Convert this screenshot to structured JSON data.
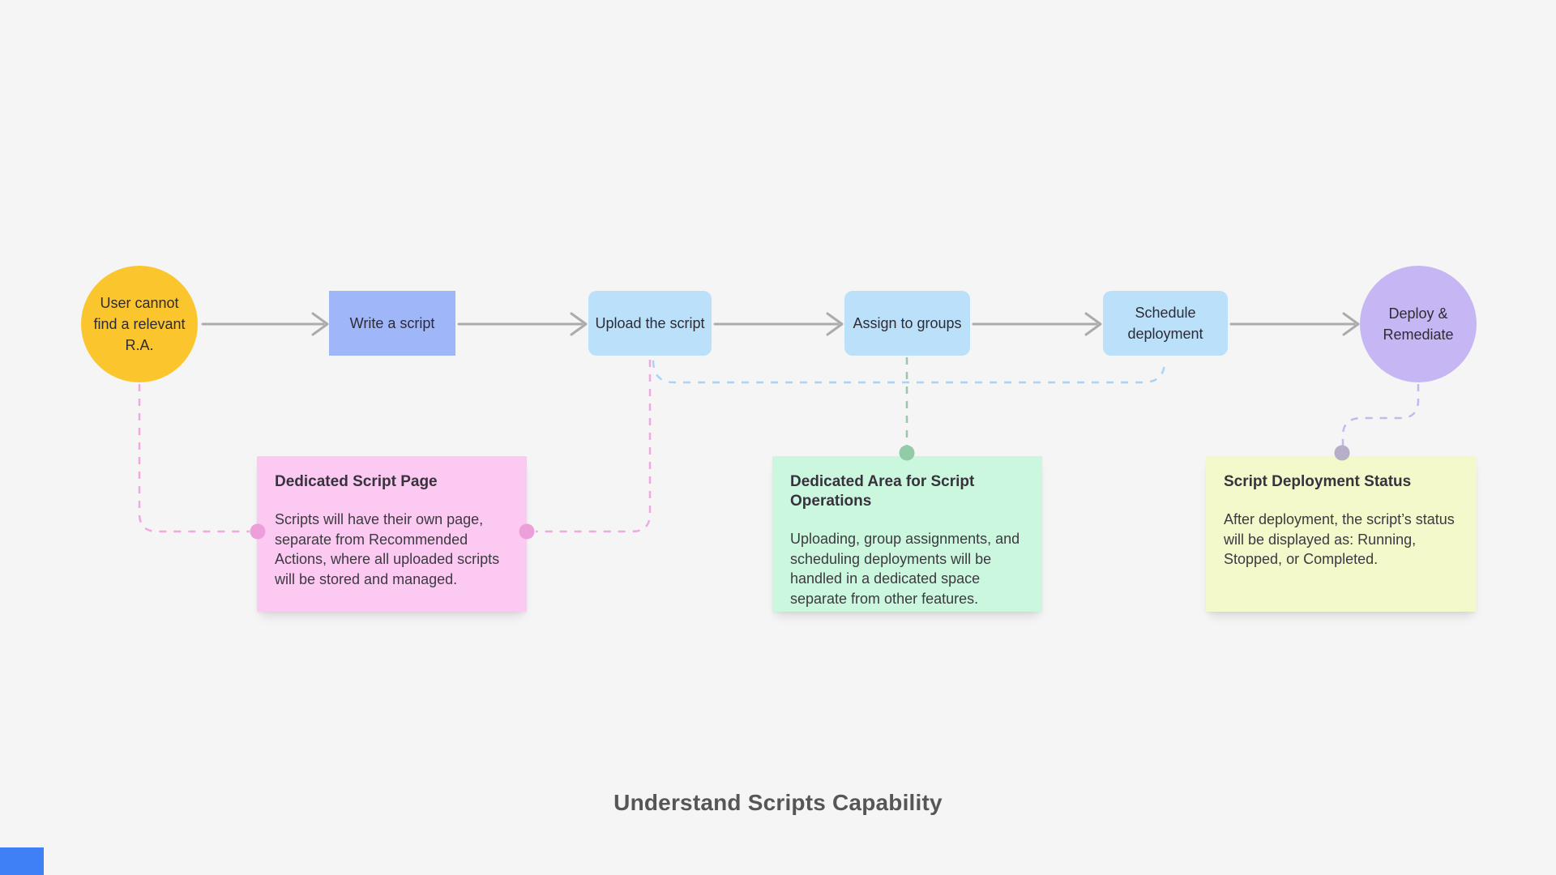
{
  "canvas": {
    "caption": "Understand Scripts Capability"
  },
  "flow": {
    "nodes": [
      {
        "id": "start",
        "shape": "circle",
        "label": "User cannot find a relevant R.A.",
        "color": "#fbc62d"
      },
      {
        "id": "write",
        "shape": "rectangle",
        "label": "Write a script",
        "color": "#9fb7f8"
      },
      {
        "id": "upload",
        "shape": "rounded-rect",
        "label": "Upload the script",
        "color": "#bbe1fa"
      },
      {
        "id": "assign",
        "shape": "rounded-rect",
        "label": "Assign to groups",
        "color": "#bbe1fa"
      },
      {
        "id": "schedule",
        "shape": "rounded-rect",
        "label": "Schedule deployment",
        "color": "#bbe1fa"
      },
      {
        "id": "end",
        "shape": "circle",
        "label": "Deploy & Remediate",
        "color": "#c6b6f3"
      }
    ]
  },
  "notes": [
    {
      "id": "pink",
      "title": "Dedicated Script Page",
      "body": "Scripts will have their own page, separate from Recommended Actions, where all uploaded scripts will be stored and managed.",
      "color": "#fbc9f1"
    },
    {
      "id": "green",
      "title": "Dedicated Area for Script Operations",
      "body": "Uploading, group assignments, and scheduling deployments will be handled in a dedicated space separate from other features.",
      "color": "#cbf7df"
    },
    {
      "id": "yellow",
      "title": "Script Deployment Status",
      "body": "After deployment, the script’s status will be displayed as: Running, Stopped, or Completed.",
      "color": "#f3f9ca"
    }
  ],
  "palette": {
    "background": "#f5f5f6",
    "arrow_gray": "#ababab",
    "node_text": "#2f2b35",
    "pink_connector": "#efa9de",
    "blue_connector": "#a9d4f9",
    "green_connector": "#96c9a9",
    "purple_connector": "#c4b9e9",
    "pink_dot": "#ec9fd9",
    "green_dot": "#92cba8",
    "lavender_dot": "#b6afc7",
    "caption_text": "#565656",
    "corner_fragment_blue": "#3f80f6"
  }
}
